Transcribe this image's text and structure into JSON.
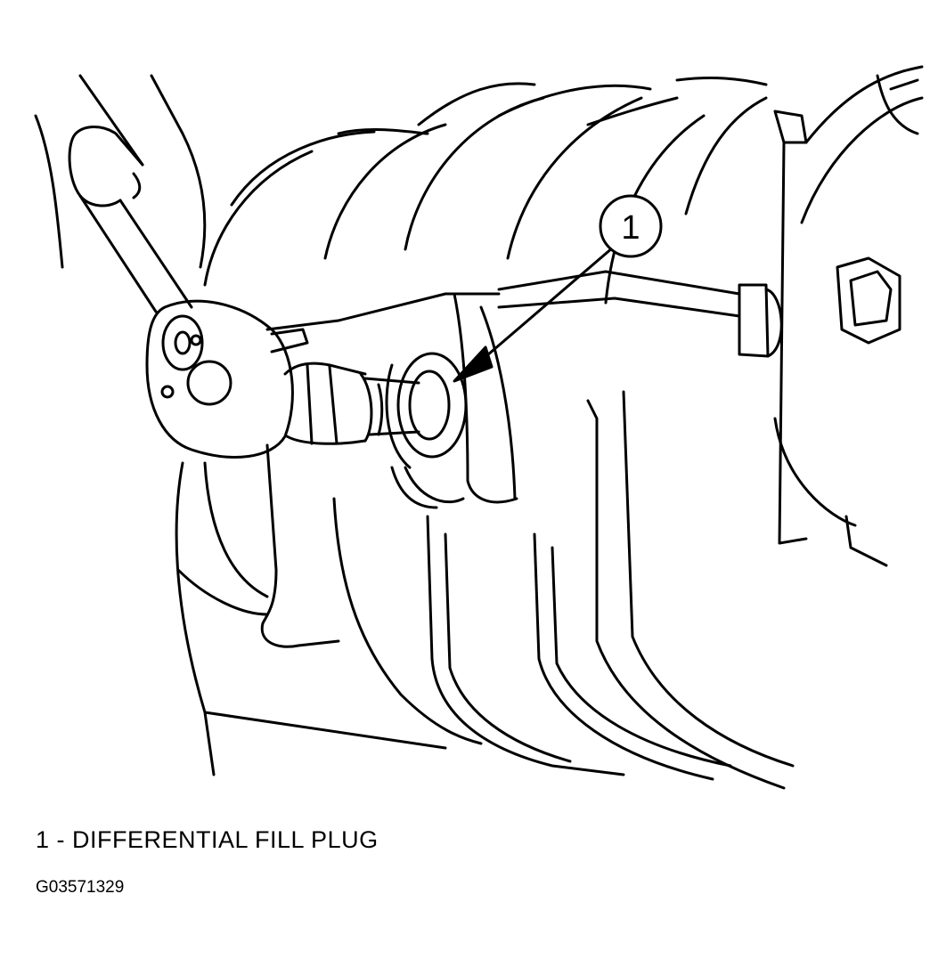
{
  "diagram": {
    "callouts": [
      {
        "number": "1",
        "text": "DIFFERENTIAL FILL PLUG"
      }
    ],
    "legend_line": "1 - DIFFERENTIAL FILL PLUG",
    "figure_id": "G03571329"
  }
}
